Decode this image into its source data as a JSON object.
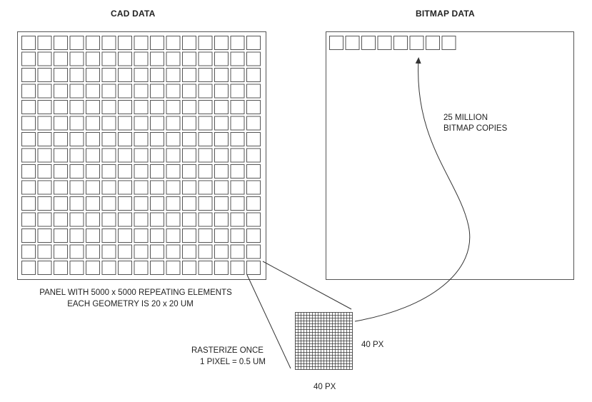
{
  "cad": {
    "title": "CAD DATA",
    "caption_line1": "PANEL WITH  5000 x 5000 REPEATING ELEMENTS",
    "caption_line2": "EACH GEOMETRY IS 20 x 20 UM"
  },
  "bitmap": {
    "title": "BITMAP DATA",
    "copies_line1": "25 MILLION",
    "copies_line2": "BITMAP COPIES"
  },
  "raster": {
    "line1": "RASTERIZE ONCE",
    "line2": "1 PIXEL = 0.5 UM",
    "height_label": "40 PX",
    "width_label": "40 PX"
  },
  "colors": {
    "stroke": "#555555",
    "text": "#222222"
  }
}
